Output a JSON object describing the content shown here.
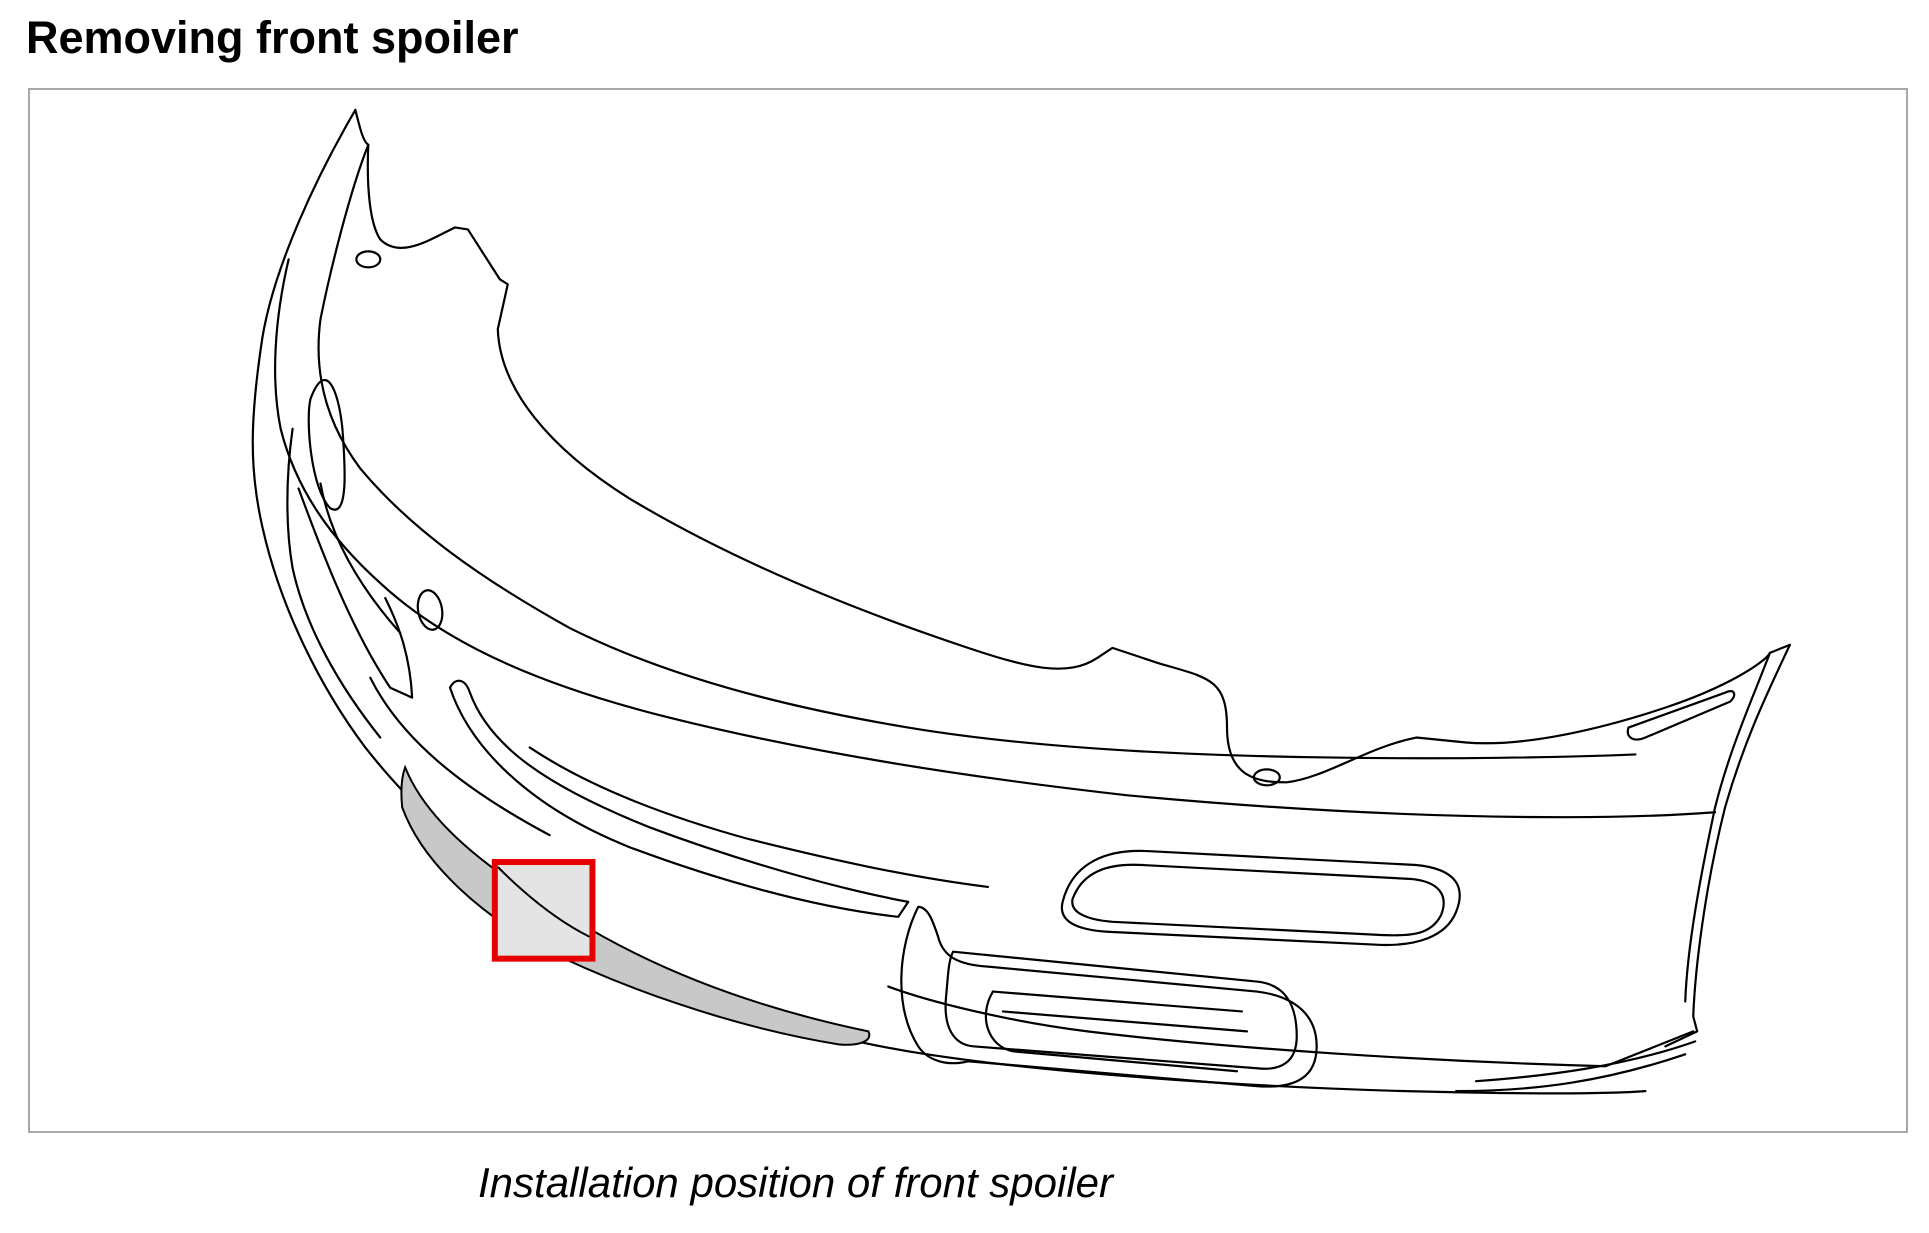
{
  "page": {
    "title": "Removing front spoiler",
    "caption": "Installation position of front spoiler"
  },
  "figure": {
    "subject": "front bumper line drawing with highlighted spoiler lip",
    "highlight_color": "#e60000",
    "spoiler_fill": "#c8c8c8",
    "highlight_fill": "#e4e4e4"
  }
}
